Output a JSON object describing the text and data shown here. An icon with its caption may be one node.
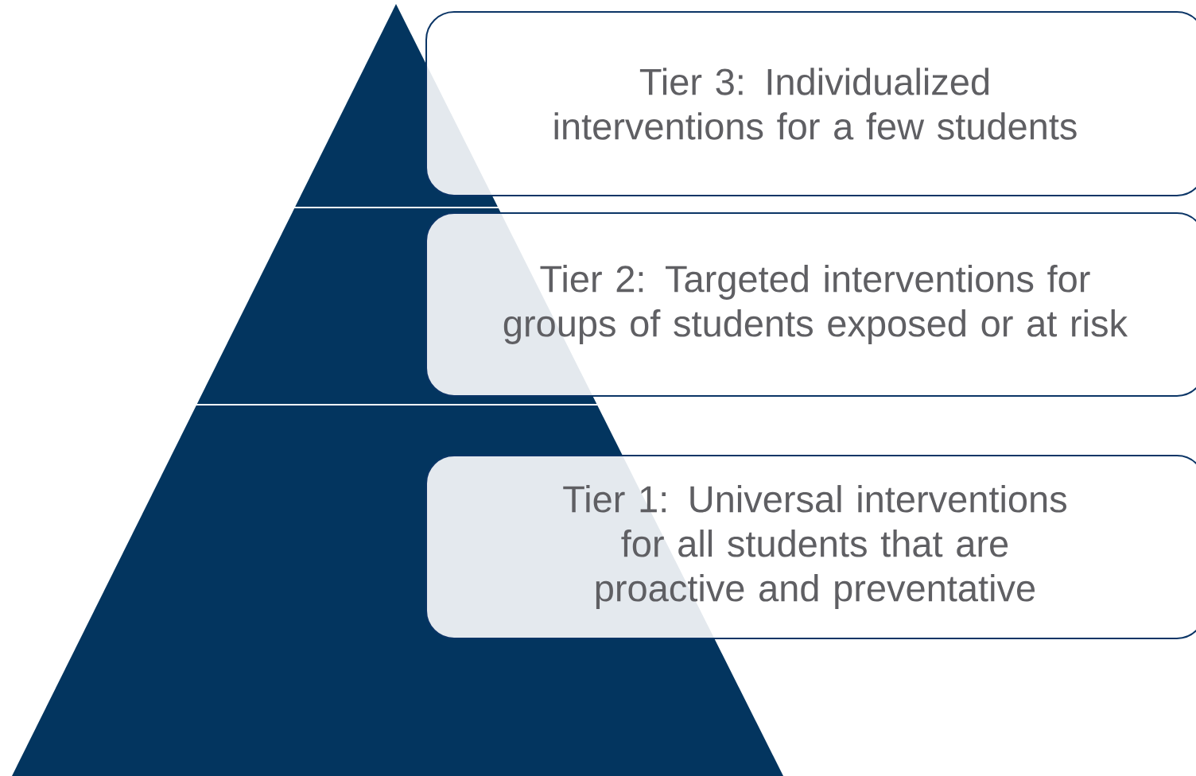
{
  "diagram": {
    "nodes": [
      {
        "text": [
          "Tier 3: Individualized interventions for a few students"
        ]
      },
      {
        "text": [
          "Tier 2: Targeted interventions for groups of students exposed or at risk"
        ]
      },
      {
        "text": [
          "Tier 1: Universal interventions for all students that are proactive and preventative"
        ]
      }
    ]
  }
}
